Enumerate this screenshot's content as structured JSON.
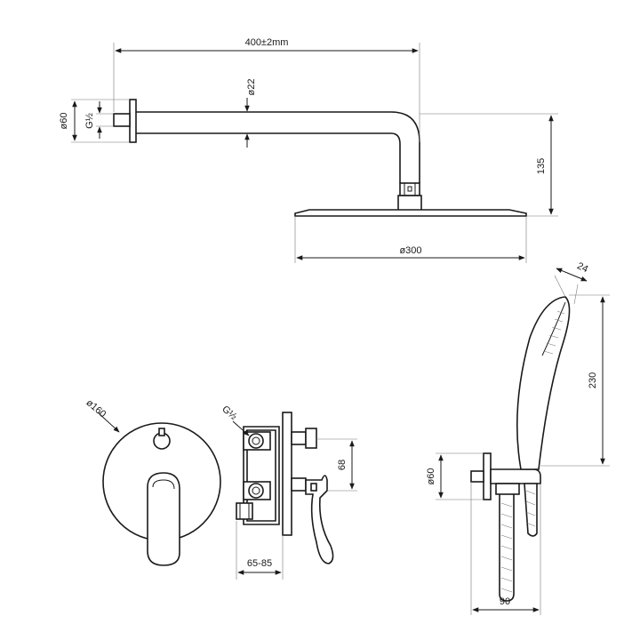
{
  "dimensions": {
    "arm_length": "400±2mm",
    "arm_diameter": "ø22",
    "flange_diameter": "ø60",
    "thread_top": "G½",
    "drop_height": "135",
    "head_diameter": "ø300",
    "cover_diameter": "ø160",
    "thread_valve": "G½",
    "outlet_spacing": "68",
    "wall_depth": "65-85",
    "holder_diameter": "ø60",
    "handshower_width": "24",
    "handshower_length": "230",
    "holder_depth": "90"
  },
  "colors": {
    "line": "#1a1a1a",
    "background": "#ffffff"
  }
}
